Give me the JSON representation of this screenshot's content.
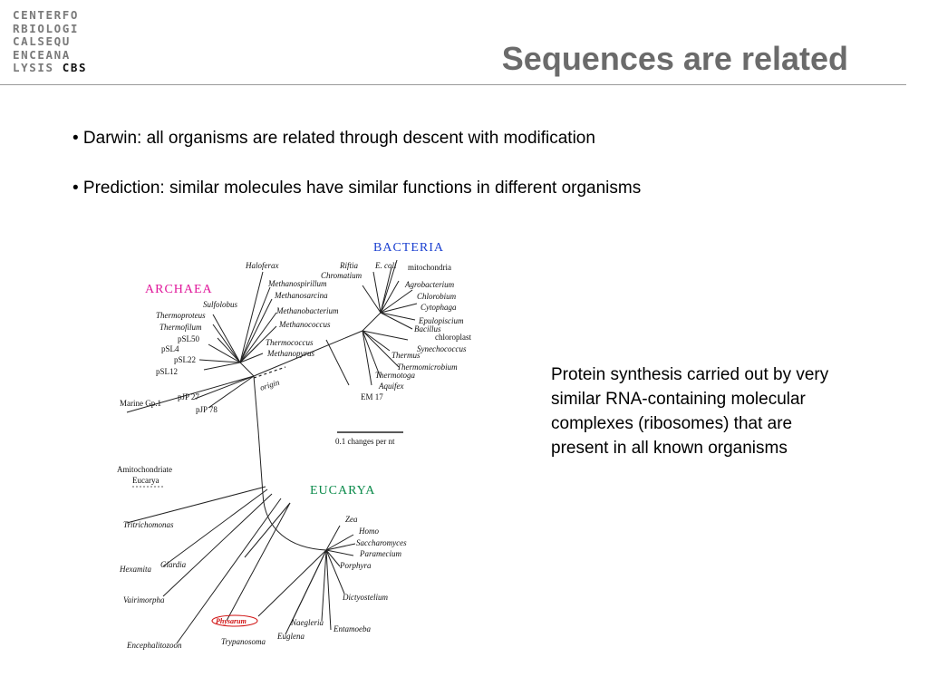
{
  "logo": {
    "lines": [
      "CENTERFO",
      "RBIOLOGI",
      "CALSEQU",
      "ENCEANA"
    ],
    "last_line_prefix": "LYSIS",
    "last_line_brand": "CBS"
  },
  "title": "Sequences are related",
  "bullets": [
    "• Darwin: all organisms are related through descent with modification",
    "• Prediction: similar molecules have similar functions in different organisms"
  ],
  "side_text": "Protein synthesis carried out by very similar RNA-containing molecular complexes (ribosomes) that are present in all known organisms",
  "colors": {
    "title": "#6b6b6b",
    "bacteria": "#1a3fd0",
    "archaea": "#e0179b",
    "eucarya": "#0a8a4a",
    "highlight": "#d01010",
    "logo_gray": "#7a7a7a"
  },
  "tree": {
    "groups": {
      "bacteria": "BACTERIA",
      "archaea": "ARCHAEA",
      "eucarya": "EUCARYA"
    },
    "origin": "origin",
    "scale_label": "0.1 changes per nt",
    "highlighted": "Physarum",
    "bacteria_taxa": [
      "Riftia",
      "E. coli",
      "mitochondria",
      "Chromatium",
      "Agrobacterium",
      "Chlorobium",
      "Cytophaga",
      "Epulopiscium",
      "Bacillus",
      "chloroplast",
      "Synechococcus",
      "Thermus",
      "Thermomicrobium",
      "Thermotoga",
      "Aquifex",
      "EM 17"
    ],
    "archaea_taxa": [
      "Haloferax",
      "Methanospirillum",
      "Methanosarcina",
      "Methanobacterium",
      "Methanococcus",
      "Sulfolobus",
      "Thermoproteus",
      "Thermofilum",
      "pSL50",
      "pSL4",
      "pSL22",
      "pSL12",
      "Thermococcus",
      "Methanopyrus",
      "pJP 27",
      "pJP 78",
      "Marine Gp.1"
    ],
    "eucarya_taxa": [
      "Amitochondriate",
      "Eucarya",
      "Tritrichomonas",
      "Hexamita",
      "Giardia",
      "Vairimorpha",
      "Encephalitozoon",
      "Trypanosoma",
      "Euglena",
      "Naegleria",
      "Entamoeba",
      "Dictyostelium",
      "Porphyra",
      "Paramecium",
      "Saccharomyces",
      "Homo",
      "Zea"
    ]
  }
}
